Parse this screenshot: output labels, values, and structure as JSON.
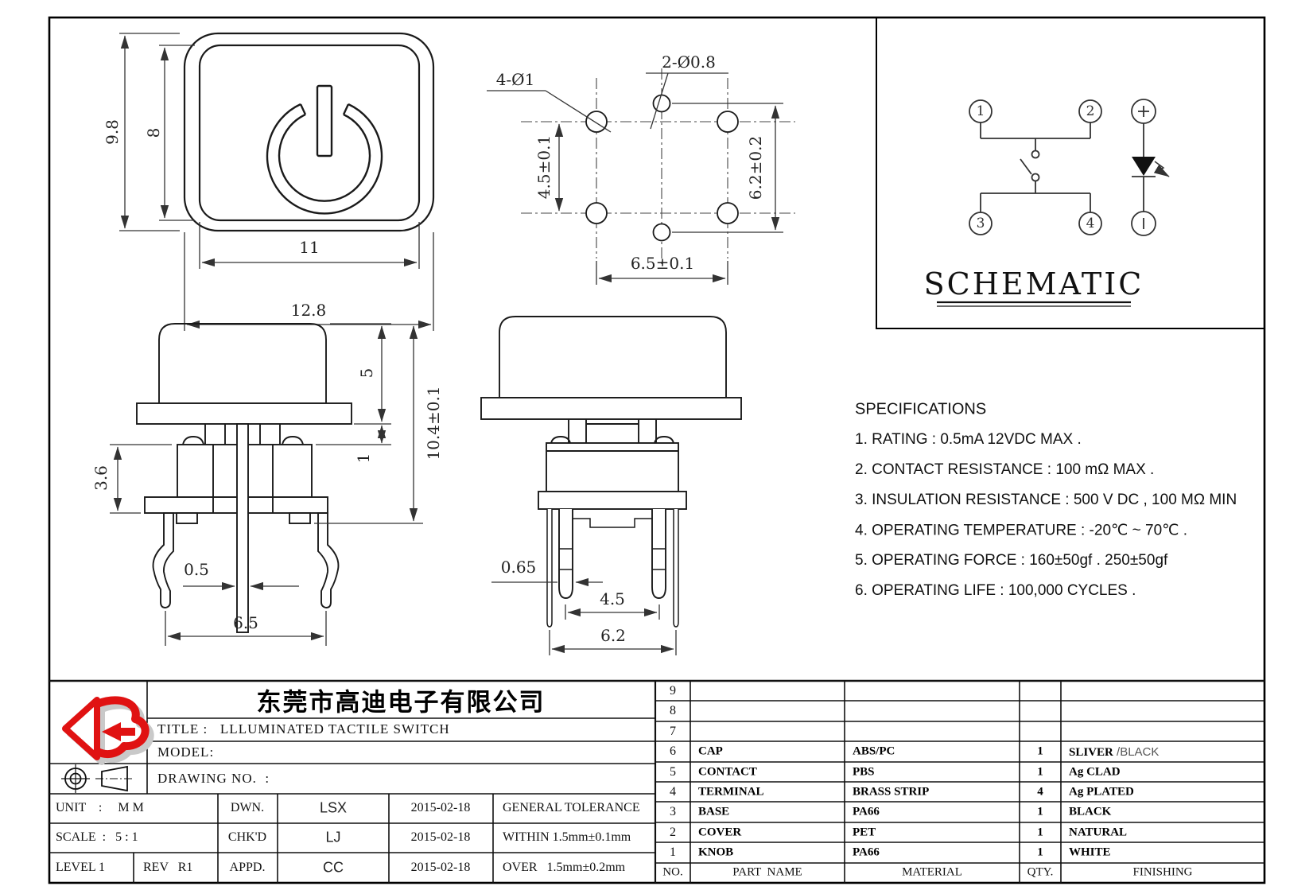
{
  "schematic": {
    "title": "SCHEMATIC",
    "pin1": "1",
    "pin2": "2",
    "pin3": "3",
    "pin4": "4"
  },
  "dims": {
    "front_outer_h": "9.8",
    "front_inner_h": "8",
    "front_inner_w": "11",
    "front_outer_w": "12.8",
    "pcb_corner_holes": "4-Ø1",
    "pcb_center_holes": "2-Ø0.8",
    "pcb_v1": "4.5±0.1",
    "pcb_v2": "6.2±0.2",
    "pcb_h": "6.5±0.1",
    "s1_cap": "5",
    "s1_gap": "1",
    "s1_total": "10.4±0.1",
    "s1_body": "3.6",
    "s1_pin": "0.5",
    "s1_spread": "6.5",
    "s2_pin": "0.65",
    "s2_pitch": "4.5",
    "s2_outer": "6.2"
  },
  "specs": {
    "title": "SPECIFICATIONS",
    "items": [
      "1. RATING : 0.5mA 12VDC MAX .",
      "2. CONTACT RESISTANCE : 100 mΩ MAX .",
      "3. INSULATION RESISTANCE : 500 V DC , 100 MΩ MIN",
      "4. OPERATING TEMPERATURE : -20℃ ~ 70℃ .",
      "5. OPERATING FORCE : 160±50gf . 250±50gf",
      "6. OPERATING LIFE : 100,000 CYCLES ."
    ]
  },
  "title_block": {
    "company": "东莞市高迪电子有限公司",
    "title": "TITLE :   LLLUMINATED TACTILE SWITCH",
    "model": "MODEL:",
    "drawing_no": "DRAWING NO.  :",
    "unit": "UNIT    :     M M",
    "scale": "SCALE  :   5 : 1",
    "level": "LEVEL 1",
    "rev": "REV   R1",
    "dwn_label": "DWN.",
    "dwn": "LSX",
    "dwn_date": "2015-02-18",
    "chk_label": "CHK'D",
    "chk": "LJ",
    "chk_date": "2015-02-18",
    "appd_label": "APPD.",
    "appd": "CC",
    "appd_date": "2015-02-18",
    "tolerance_title": "GENERAL TOLERANCE",
    "tolerance_within": "WITHIN 1.5mm±0.1mm",
    "tolerance_over": "OVER   1.5mm±0.2mm"
  },
  "parts_table": {
    "headers": {
      "no": "NO.",
      "name": "PART  NAME",
      "material": "MATERIAL",
      "qty": "QTY.",
      "finishing": "FINISHING"
    },
    "rows": [
      {
        "no": "9",
        "name": "",
        "material": "",
        "qty": "",
        "finishing": ""
      },
      {
        "no": "8",
        "name": "",
        "material": "",
        "qty": "",
        "finishing": ""
      },
      {
        "no": "7",
        "name": "",
        "material": "",
        "qty": "",
        "finishing": ""
      },
      {
        "no": "6",
        "name": "CAP",
        "material": "ABS/PC",
        "qty": "1",
        "finishing": "SLIVER",
        "finishing_extra": " /BLACK"
      },
      {
        "no": "5",
        "name": "CONTACT",
        "material": "PBS",
        "qty": "1",
        "finishing": "Ag CLAD"
      },
      {
        "no": "4",
        "name": "TERMINAL",
        "material": "BRASS STRIP",
        "qty": "4",
        "finishing": "Ag PLATED"
      },
      {
        "no": "3",
        "name": "BASE",
        "material": "PA66",
        "qty": "1",
        "finishing": "BLACK"
      },
      {
        "no": "2",
        "name": "COVER",
        "material": "PET",
        "qty": "1",
        "finishing": "NATURAL"
      },
      {
        "no": "1",
        "name": "KNOB",
        "material": "PA66",
        "qty": "1",
        "finishing": "WHITE"
      }
    ]
  },
  "colors": {
    "logo_red": "#e01212",
    "line": "#1a1a1a"
  }
}
